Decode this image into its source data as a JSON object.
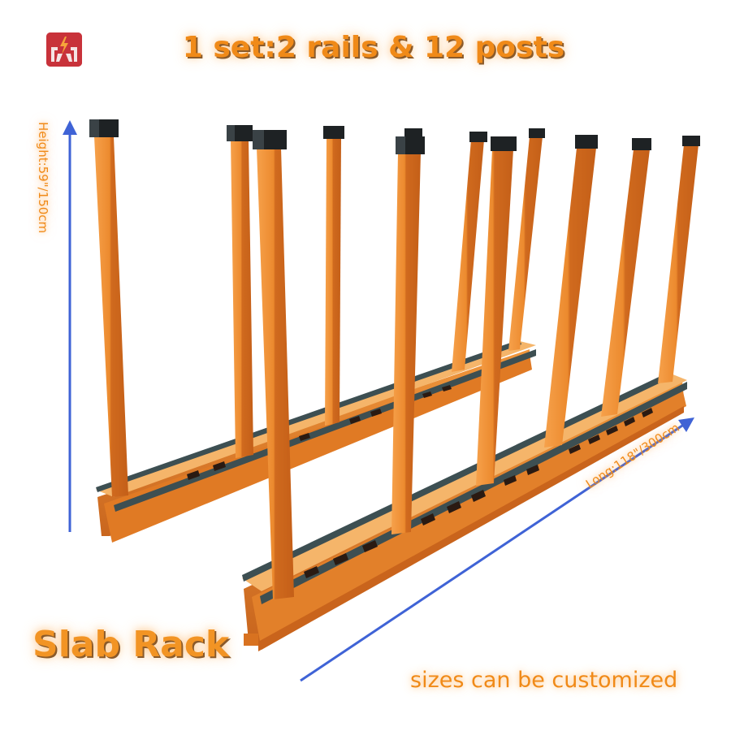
{
  "header": {
    "logo_icon": "brand-logo-lightning-icon",
    "title": "1 set:2 rails & 12 posts"
  },
  "dimensions": {
    "height_label": "Height:59\"/150cm",
    "length_label": "Long:118\"/300cm",
    "arrow_color": "#3f63d6"
  },
  "product": {
    "name": "Slab Rack",
    "note": "sizes can be customized",
    "set_contents": {
      "rails": 2,
      "posts": 12
    },
    "colors": {
      "frame": "#e88a2c",
      "frame_shadow": "#c9641c",
      "rail_top": "#3d4f52",
      "post_cap": "#1e2224",
      "text_accent": "#f08a18"
    }
  }
}
